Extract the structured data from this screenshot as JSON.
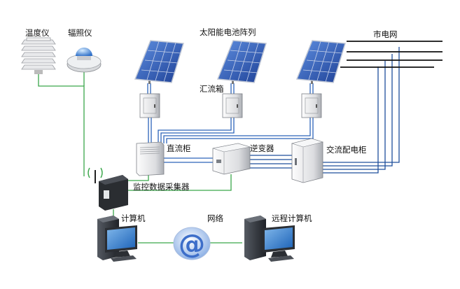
{
  "labels": {
    "thermometer": "温度仪",
    "irradiance_meter": "辐照仪",
    "solar_array": "太阳能电池阵列",
    "grid": "市电网",
    "combiner_box": "汇流箱",
    "dc_cabinet": "直流柜",
    "inverter": "逆变器",
    "ac_cabinet": "交流配电柜",
    "data_collector": "监控数据采集器",
    "computer": "计算机",
    "network": "网络",
    "remote_computer": "远程计算机"
  },
  "colors": {
    "dc_wiring": "#2c63b9",
    "ac_wiring": "#1e4f9c",
    "data_wiring": "#3aa64a",
    "panel_blue": "#2d58b8",
    "network_symbol": "#3d6ec9"
  },
  "icons": {
    "network": "@"
  }
}
